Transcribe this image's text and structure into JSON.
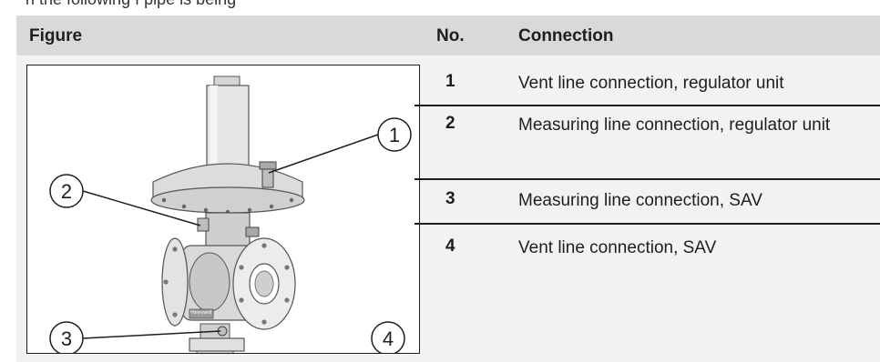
{
  "caption_partial": "n the following f pipe is being",
  "table": {
    "headers": {
      "figure": "Figure",
      "no": "No.",
      "connection": "Connection"
    },
    "rows": [
      {
        "no": "1",
        "connection": "Vent line connection, regulator unit"
      },
      {
        "no": "2",
        "connection": "Measuring line connection, regulator unit"
      },
      {
        "no": "3",
        "connection": "Measuring line connection, SAV"
      },
      {
        "no": "4",
        "connection": "Vent line connection, SAV"
      }
    ]
  },
  "figure": {
    "callouts": [
      "1",
      "2",
      "3",
      "4"
    ],
    "nameplate_text": "Honeywell"
  },
  "colors": {
    "header_bg": "#d9d9d9",
    "body_bg": "#f2f2f2",
    "rule": "#1e1e1e"
  }
}
